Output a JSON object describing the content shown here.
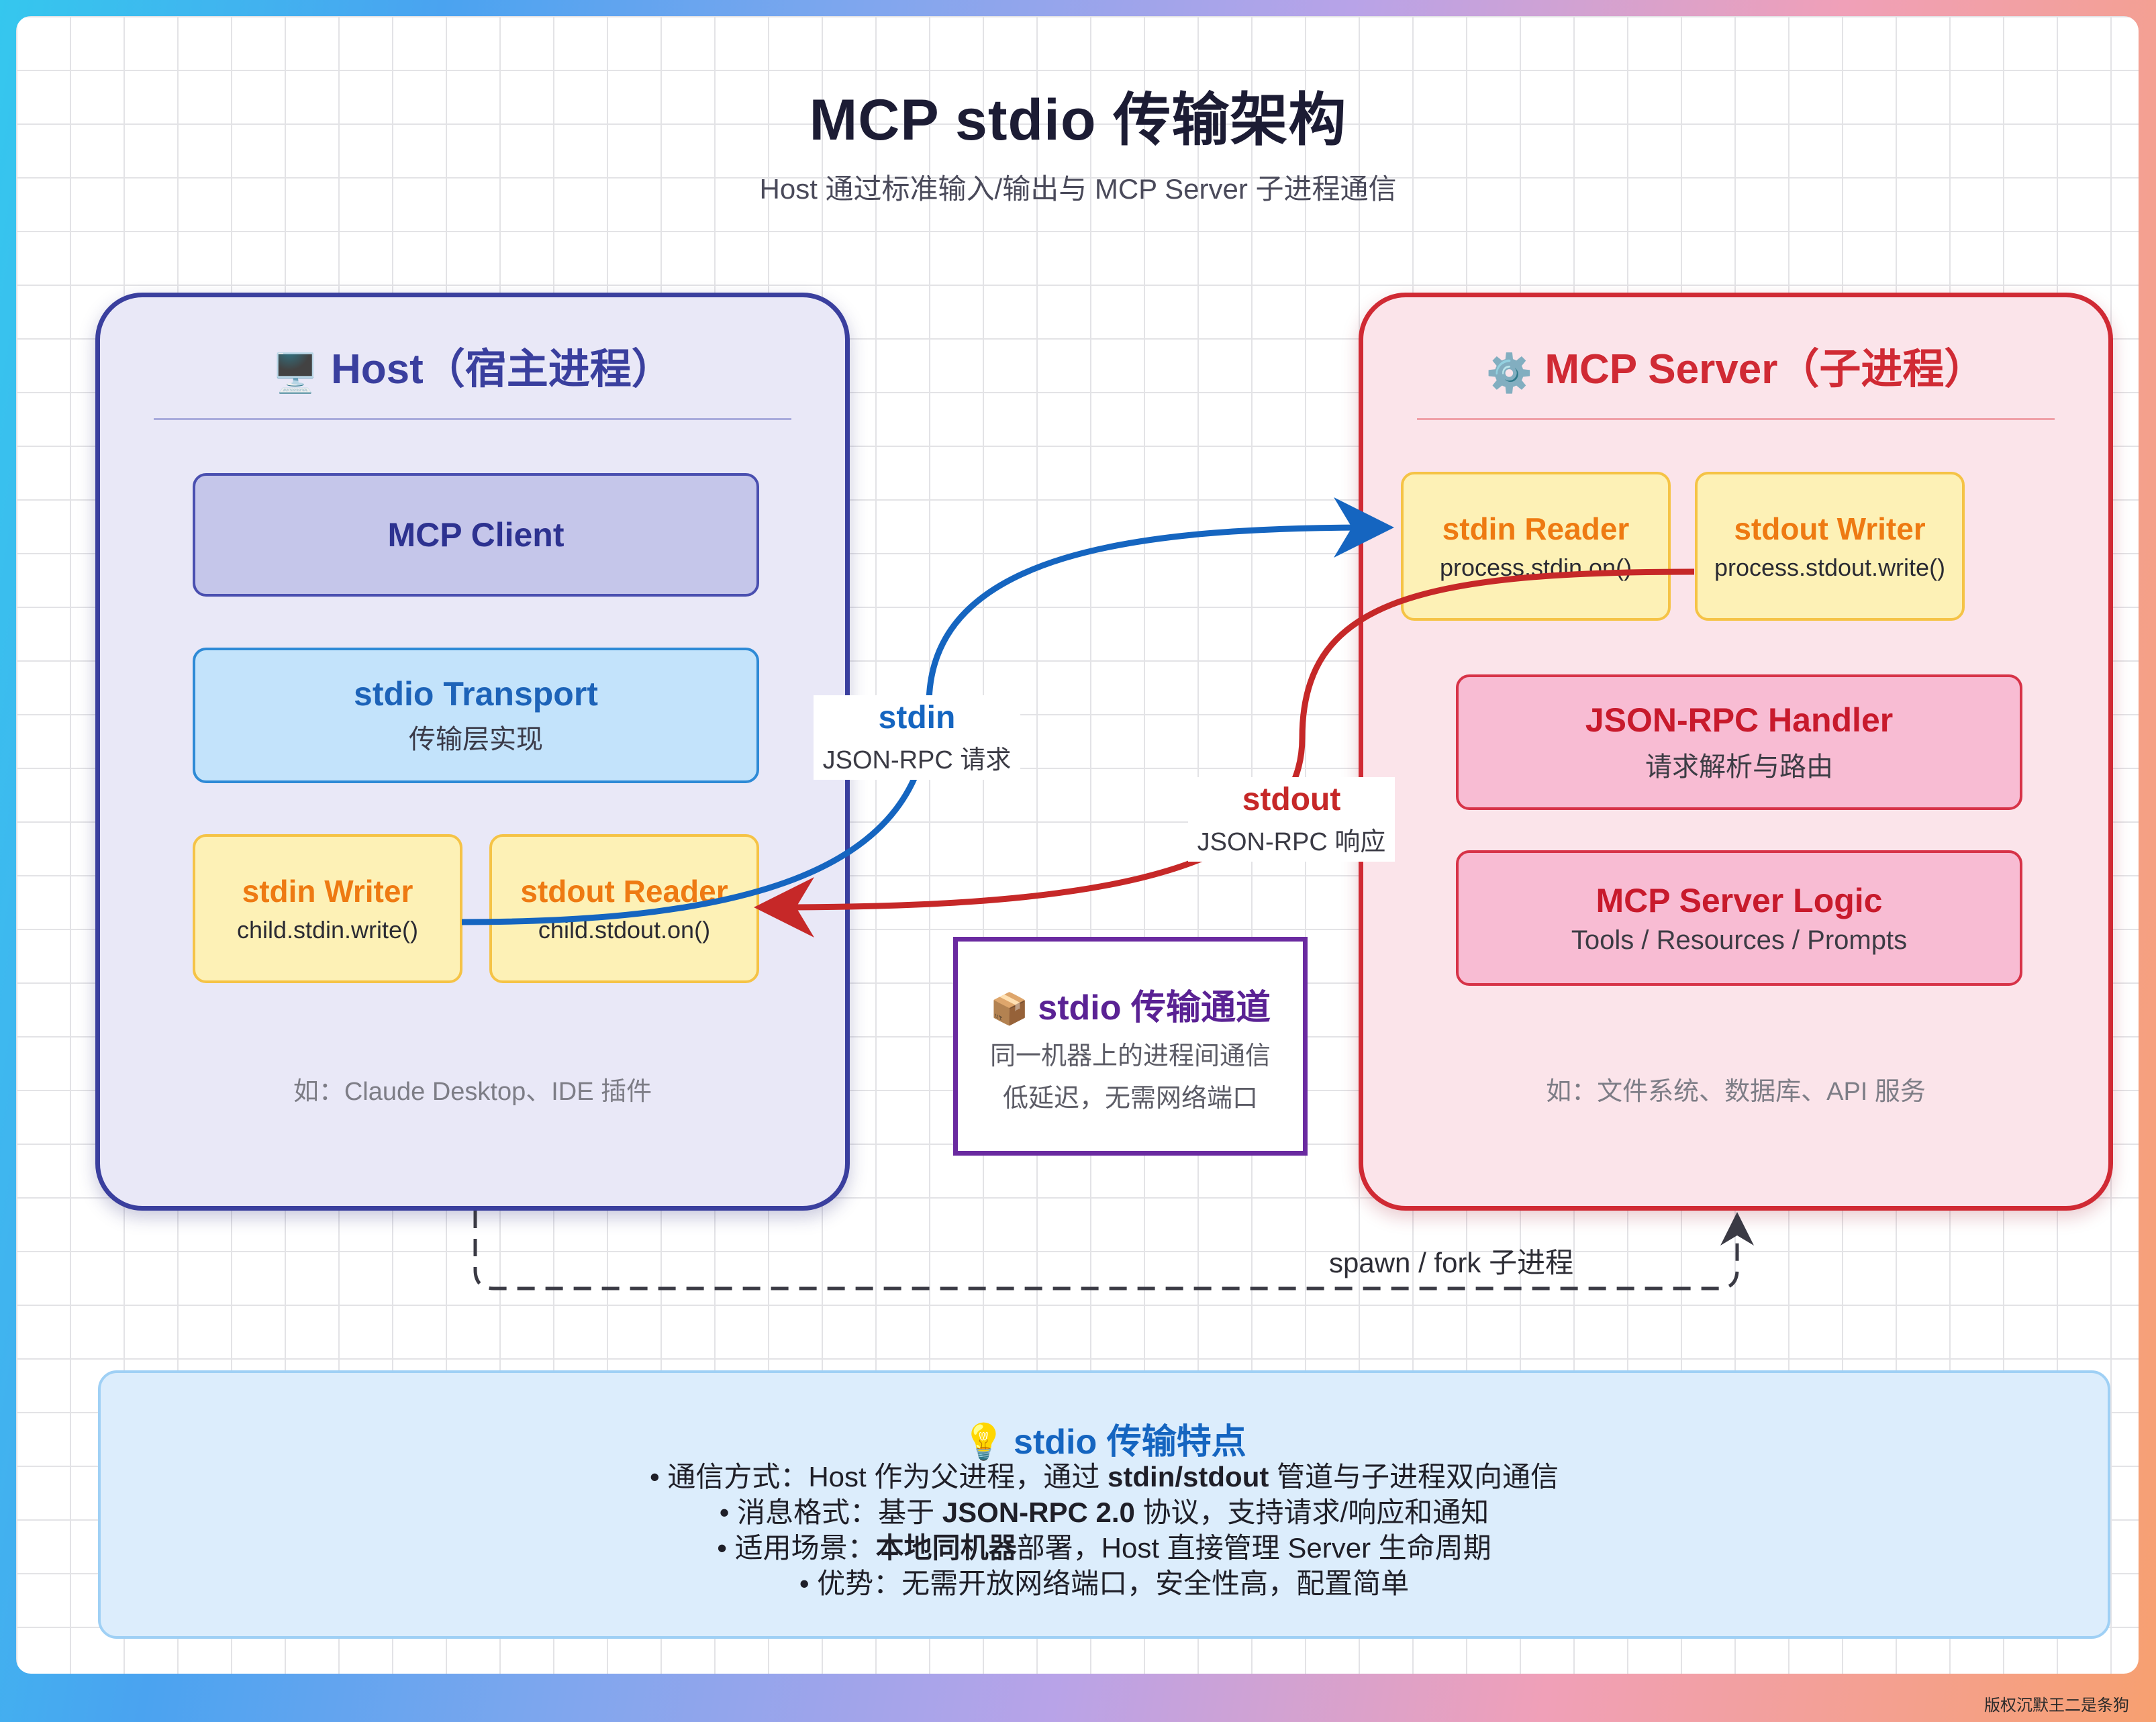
{
  "title": "MCP stdio 传输架构",
  "subtitle": "Host 通过标准输入/输出与 MCP Server 子进程通信",
  "host": {
    "icon": "desktop-computer-icon",
    "icon_glyph": "🖥️",
    "title": "Host（宿主进程）",
    "mcp_client": "MCP Client",
    "transport_title": "stdio Transport",
    "transport_sub": "传输层实现",
    "stdin_writer_title": "stdin Writer",
    "stdin_writer_code": "child.stdin.write()",
    "stdout_reader_title": "stdout Reader",
    "stdout_reader_code": "child.stdout.on()",
    "note": "如：Claude Desktop、IDE 插件"
  },
  "server": {
    "icon": "gear-icon",
    "icon_glyph": "⚙️",
    "title": "MCP Server（子进程）",
    "stdin_reader_title": "stdin Reader",
    "stdin_reader_code": "process.stdin.on()",
    "stdout_writer_title": "stdout Writer",
    "stdout_writer_code": "process.stdout.write()",
    "handler_title": "JSON-RPC Handler",
    "handler_sub": "请求解析与路由",
    "logic_title": "MCP Server Logic",
    "logic_sub": "Tools / Resources / Prompts",
    "note": "如：文件系统、数据库、API 服务"
  },
  "flows": {
    "stdin_label": "stdin",
    "stdin_sub": "JSON-RPC 请求",
    "stdout_label": "stdout",
    "stdout_sub": "JSON-RPC 响应",
    "spawn_label": "spawn / fork 子进程"
  },
  "channel": {
    "icon": "package-icon",
    "icon_glyph": "📦",
    "title": "stdio 传输通道",
    "line1": "同一机器上的进程间通信",
    "line2": "低延迟，无需网络端口"
  },
  "features": {
    "icon": "lightbulb-icon",
    "icon_glyph": "💡",
    "title": "stdio 传输特点",
    "line1_pre": "• 通信方式：Host 作为父进程，通过 ",
    "line1_bold": "stdin/stdout",
    "line1_post": " 管道与子进程双向通信",
    "line2_pre": "• 消息格式：基于 ",
    "line2_bold": "JSON-RPC 2.0",
    "line2_post": " 协议，支持请求/响应和通知",
    "line3_pre": "• 适用场景：",
    "line3_bold": "本地同机器",
    "line3_post": "部署，Host 直接管理 Server 生命周期",
    "line4": "• 优势：无需开放网络端口，安全性高，配置简单"
  },
  "watermark": "版权沉默王二是条狗",
  "colors": {
    "stdin_flow": "#1565c0",
    "stdout_flow": "#c62828",
    "host_border": "#3a3f9e",
    "server_border": "#d02a34",
    "channel_border": "#6a2aa0"
  }
}
